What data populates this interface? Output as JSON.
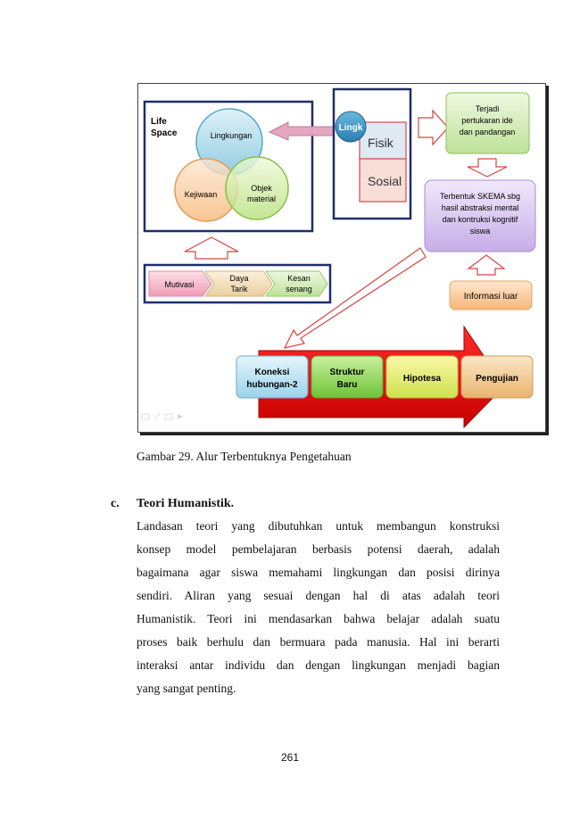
{
  "figure": {
    "life_space": [
      "Life",
      "Space"
    ],
    "circle_lingkungan": "Lingkungan",
    "circle_kejiwaan": "Kejiwaan",
    "circle_objek": [
      "Objek",
      "material"
    ],
    "lingk_circle": "Lingk",
    "fisik": "Fisik",
    "sosial": "Sosial",
    "terjadi": [
      "Terjadi",
      "pertukaran ide",
      "dan pandangan"
    ],
    "skema": [
      "Terbentuk SKEMA sbg",
      "hasil abstraksi mental",
      "dan kontruksi kognitif",
      "siswa"
    ],
    "informasi_luar": "Informasi luar",
    "chevrons": [
      {
        "lines": [
          "Mutivasi"
        ]
      },
      {
        "lines": [
          "Daya",
          "Tarik"
        ]
      },
      {
        "lines": [
          "Kesan",
          "senang"
        ]
      }
    ],
    "flow": [
      {
        "lines": [
          "Koneksi",
          "hubungan-2"
        ]
      },
      {
        "lines": [
          "Struktur",
          "Baru"
        ]
      },
      {
        "lines": [
          "Hipotesa"
        ]
      },
      {
        "lines": [
          "Pengujian"
        ]
      }
    ]
  },
  "caption": "Gambar 29. Alur Terbentuknya  Pengetahuan",
  "section": {
    "letter": "c.",
    "title": "Teori Humanistik.",
    "lines": [
      "Landasan teori yang dibutuhkan untuk membangun konstruksi",
      "konsep model pembelajaran berbasis potensi daerah, adalah",
      "bagaimana agar siswa memahami lingkungan dan posisi dirinya",
      "sendiri. Aliran yang sesuai dengan hal di atas adalah teori",
      "Humanistik. Teori ini mendasarkan bahwa belajar  adalah suatu",
      "proses baik berhulu dan bermuara pada manusia. Hal ini berarti",
      "interaksi antar individu dan dengan lingkungan menjadi bagian",
      "yang sangat penting."
    ]
  },
  "page_number": "261"
}
